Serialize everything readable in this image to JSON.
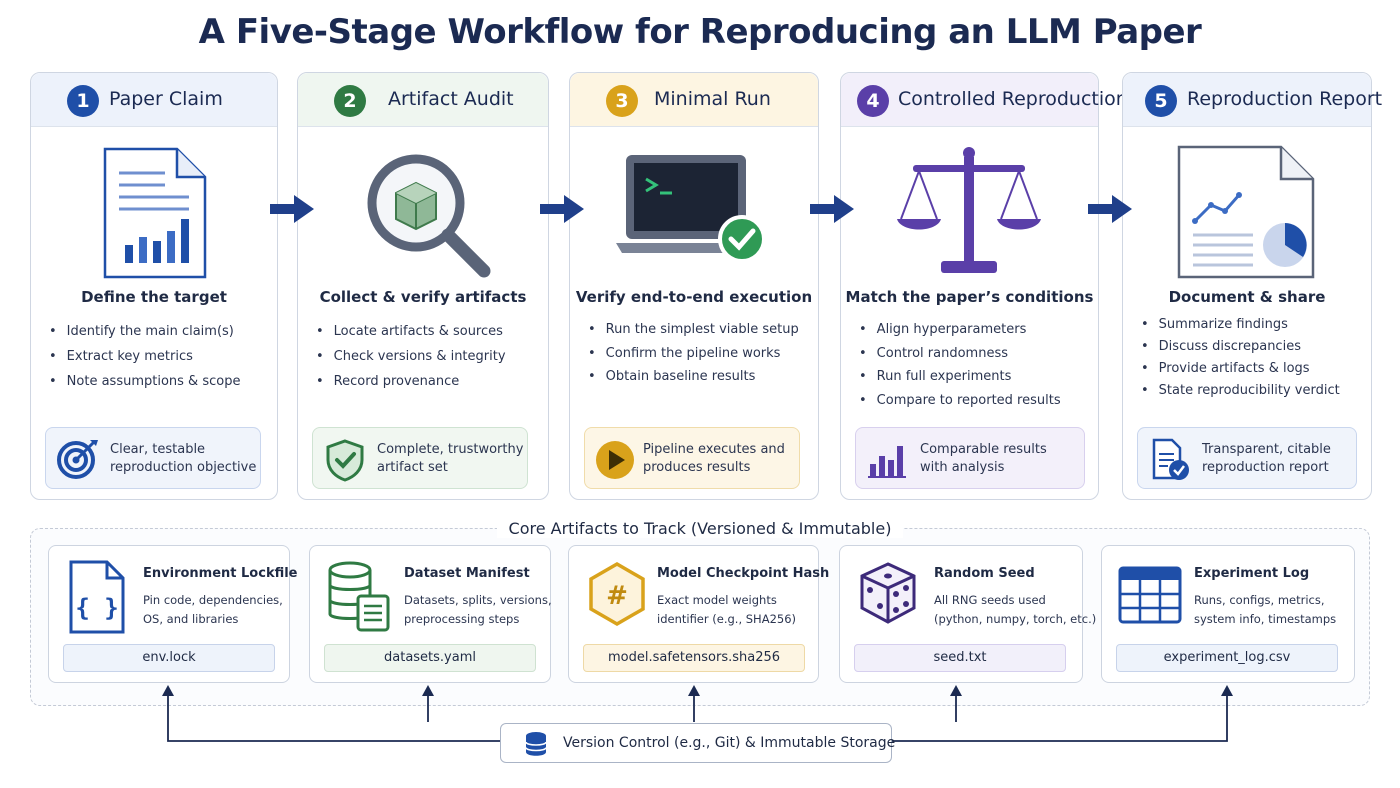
{
  "title": "A Five-Stage Workflow for Reproducing an LLM Paper",
  "stages": [
    {
      "number": "1",
      "title": "Paper Claim",
      "subtitle": "Define the target",
      "bullets": [
        "Identify the main claim(s)",
        "Extract key metrics",
        "Note assumptions & scope"
      ],
      "outcome": "Clear, testable reproduction objective",
      "icon": "document-chart-icon",
      "color": "#1f4fa8",
      "head_bg": "#edf2fb",
      "outcome_bg": "#f0f4fb",
      "outcome_border": "#c9d6ee"
    },
    {
      "number": "2",
      "title": "Artifact Audit",
      "subtitle": "Collect & verify artifacts",
      "bullets": [
        "Locate artifacts & sources",
        "Check versions & integrity",
        "Record provenance"
      ],
      "outcome": "Complete, trustworthy artifact set",
      "icon": "magnifier-box-icon",
      "color": "#2f7a43",
      "head_bg": "#eff6f0",
      "outcome_bg": "#f1f7f1",
      "outcome_border": "#cfe3d2"
    },
    {
      "number": "3",
      "title": "Minimal Run",
      "subtitle": "Verify end-to-end execution",
      "bullets": [
        "Run the simplest viable setup",
        "Confirm the pipeline works",
        "Obtain baseline results"
      ],
      "outcome": "Pipeline executes and produces results",
      "icon": "laptop-terminal-icon",
      "color": "#d9a21b",
      "head_bg": "#fdf5e2",
      "outcome_bg": "#fdf6e6",
      "outcome_border": "#f0dcaa"
    },
    {
      "number": "4",
      "title": "Controlled Reproduction",
      "subtitle": "Match the paper’s conditions",
      "bullets": [
        "Align hyperparameters",
        "Control randomness",
        "Run full experiments",
        "Compare to reported results"
      ],
      "outcome": "Comparable results with analysis",
      "icon": "balance-scale-icon",
      "color": "#5a3fa8",
      "head_bg": "#f2effa",
      "outcome_bg": "#f3f0fa",
      "outcome_border": "#d8d0ee"
    },
    {
      "number": "5",
      "title": "Reproduction Report",
      "subtitle": "Document & share",
      "bullets": [
        "Summarize findings",
        "Discuss discrepancies",
        "Provide artifacts & logs",
        "State reproducibility verdict"
      ],
      "outcome": "Transparent, citable reproduction report",
      "icon": "report-chart-icon",
      "color": "#1f4fa8",
      "head_bg": "#edf2fb",
      "outcome_bg": "#f0f4fb",
      "outcome_border": "#c9d6ee"
    }
  ],
  "artifacts": {
    "title": "Core Artifacts to Track (Versioned & Immutable)",
    "items": [
      {
        "title": "Environment Lockfile",
        "desc": [
          "Pin code, dependencies,",
          "OS, and libraries"
        ],
        "file": "env.lock",
        "icon": "code-file-icon",
        "file_bg": "#eef3fb",
        "file_border": "#c7d3ea"
      },
      {
        "title": "Dataset Manifest",
        "desc": [
          "Datasets, splits, versions,",
          "preprocessing steps"
        ],
        "file": "datasets.yaml",
        "icon": "database-list-icon",
        "file_bg": "#eff6ef",
        "file_border": "#cfe2d1"
      },
      {
        "title": "Model Checkpoint Hash",
        "desc": [
          "Exact model weights",
          "identifier (e.g., SHA256)"
        ],
        "file": "model.safetensors.sha256",
        "icon": "hash-hexagon-icon",
        "file_bg": "#fdf5e3",
        "file_border": "#eed9a6"
      },
      {
        "title": "Random Seed",
        "desc": [
          "All RNG seeds used",
          "(python, numpy, torch, etc.)"
        ],
        "file": "seed.txt",
        "icon": "dice-icon",
        "file_bg": "#f2f0fa",
        "file_border": "#d6cfee"
      },
      {
        "title": "Experiment Log",
        "desc": [
          "Runs, configs, metrics,",
          "system info, timestamps"
        ],
        "file": "experiment_log.csv",
        "icon": "table-grid-icon",
        "file_bg": "#eef3fb",
        "file_border": "#c7d3ea"
      }
    ]
  },
  "storage": {
    "label": "Version Control (e.g., Git) & Immutable Storage",
    "icon": "database-icon"
  }
}
